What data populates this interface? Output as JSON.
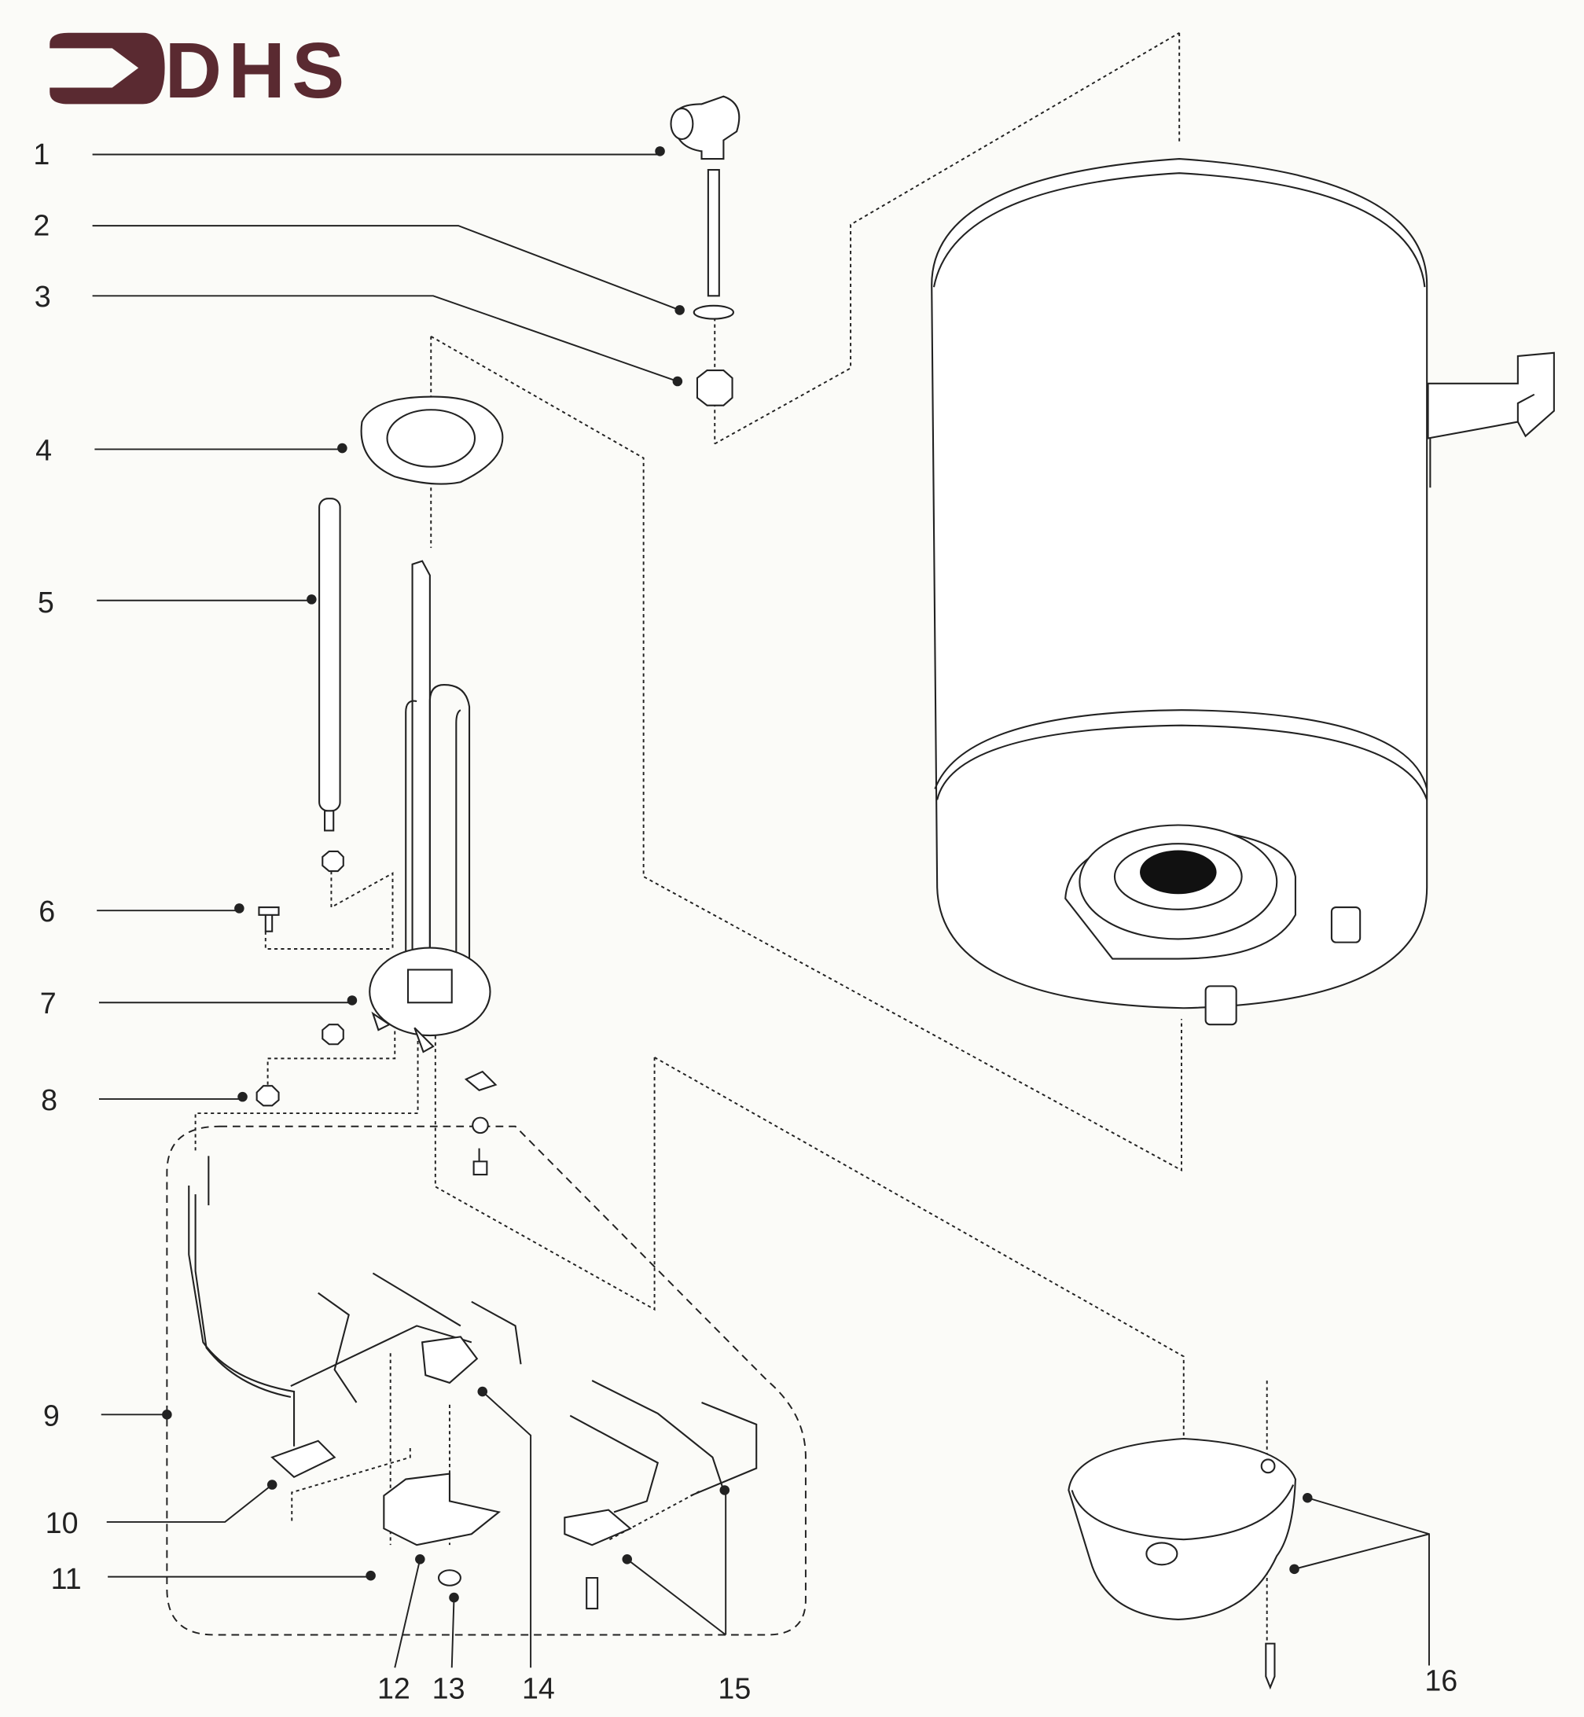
{
  "logo": {
    "text": "DHS",
    "color": "#5a2a31"
  },
  "callouts": [
    {
      "number": "1"
    },
    {
      "number": "2"
    },
    {
      "number": "3"
    },
    {
      "number": "4"
    },
    {
      "number": "5"
    },
    {
      "number": "6"
    },
    {
      "number": "7"
    },
    {
      "number": "8"
    },
    {
      "number": "9"
    },
    {
      "number": "10"
    },
    {
      "number": "11"
    },
    {
      "number": "12"
    },
    {
      "number": "13"
    },
    {
      "number": "14"
    },
    {
      "number": "15"
    },
    {
      "number": "16"
    }
  ]
}
